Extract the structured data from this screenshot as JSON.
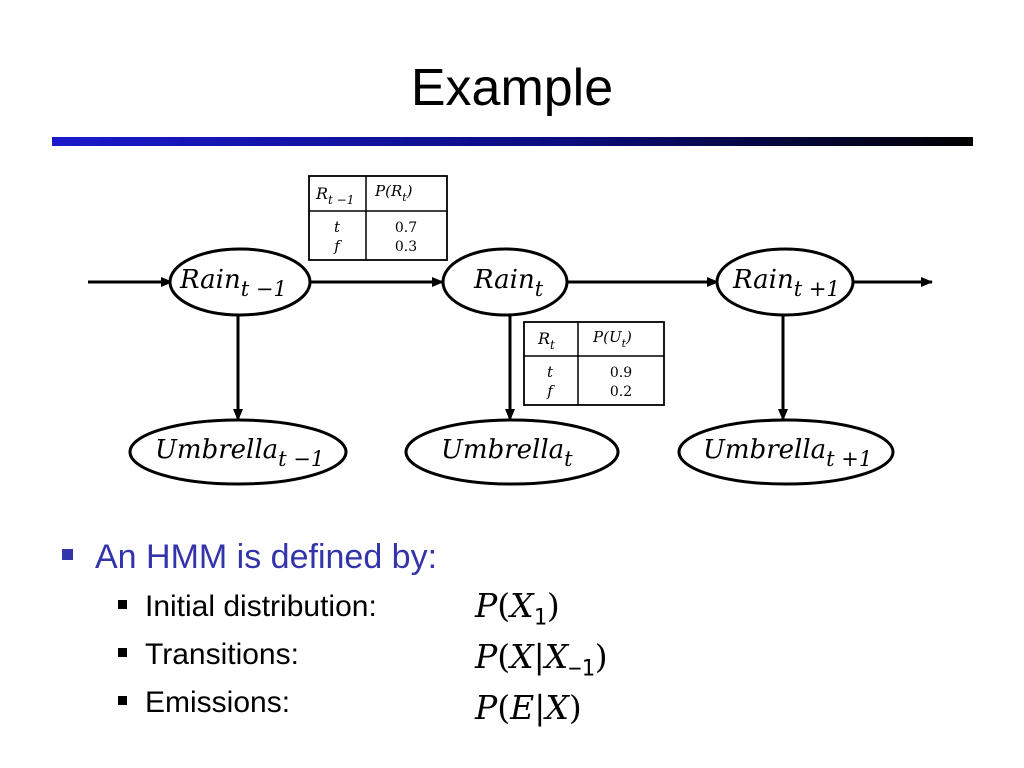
{
  "title": "Example",
  "diagram": {
    "nodes": {
      "rain_prev": {
        "base": "Rain",
        "sub": "t −1"
      },
      "rain_t": {
        "base": "Rain",
        "sub": "t"
      },
      "rain_next": {
        "base": "Rain",
        "sub": "t +1"
      },
      "umb_prev": {
        "base": "Umbrella",
        "sub": "t −1"
      },
      "umb_t": {
        "base": "Umbrella",
        "sub": "t"
      },
      "umb_next": {
        "base": "Umbrella",
        "sub": "t +1"
      }
    },
    "transition_table": {
      "head_left_base": "R",
      "head_left_sub": "t −1",
      "head_right_base": "P(R",
      "head_right_sub": "t",
      "head_right_end": ")",
      "rows": [
        {
          "cond": "t",
          "prob": "0.7"
        },
        {
          "cond": "f",
          "prob": "0.3"
        }
      ]
    },
    "emission_table": {
      "head_left_base": "R",
      "head_left_sub": "t",
      "head_right_base": "P(U",
      "head_right_sub": "t",
      "head_right_end": ")",
      "rows": [
        {
          "cond": "t",
          "prob": "0.9"
        },
        {
          "cond": "f",
          "prob": "0.2"
        }
      ]
    }
  },
  "bullets": {
    "main": "An HMM is defined by:",
    "items": [
      {
        "label": "Initial distribution:",
        "m1": "P",
        "m2": "(",
        "m3": "X",
        "m4": "1",
        "m5": ")"
      },
      {
        "label": "Transitions:",
        "m1": "P",
        "m2": "(",
        "m3": "X",
        "m4": "|",
        "m5": "X",
        "m6": "−1",
        "m7": ")"
      },
      {
        "label": "Emissions:",
        "m1": "P",
        "m2": "(",
        "m3": "E",
        "m4": "|",
        "m5": "X",
        "m6": ")"
      }
    ]
  },
  "colors": {
    "accent": "#3333aa",
    "rule_start": "#1a1acc",
    "rule_end": "#000000"
  }
}
